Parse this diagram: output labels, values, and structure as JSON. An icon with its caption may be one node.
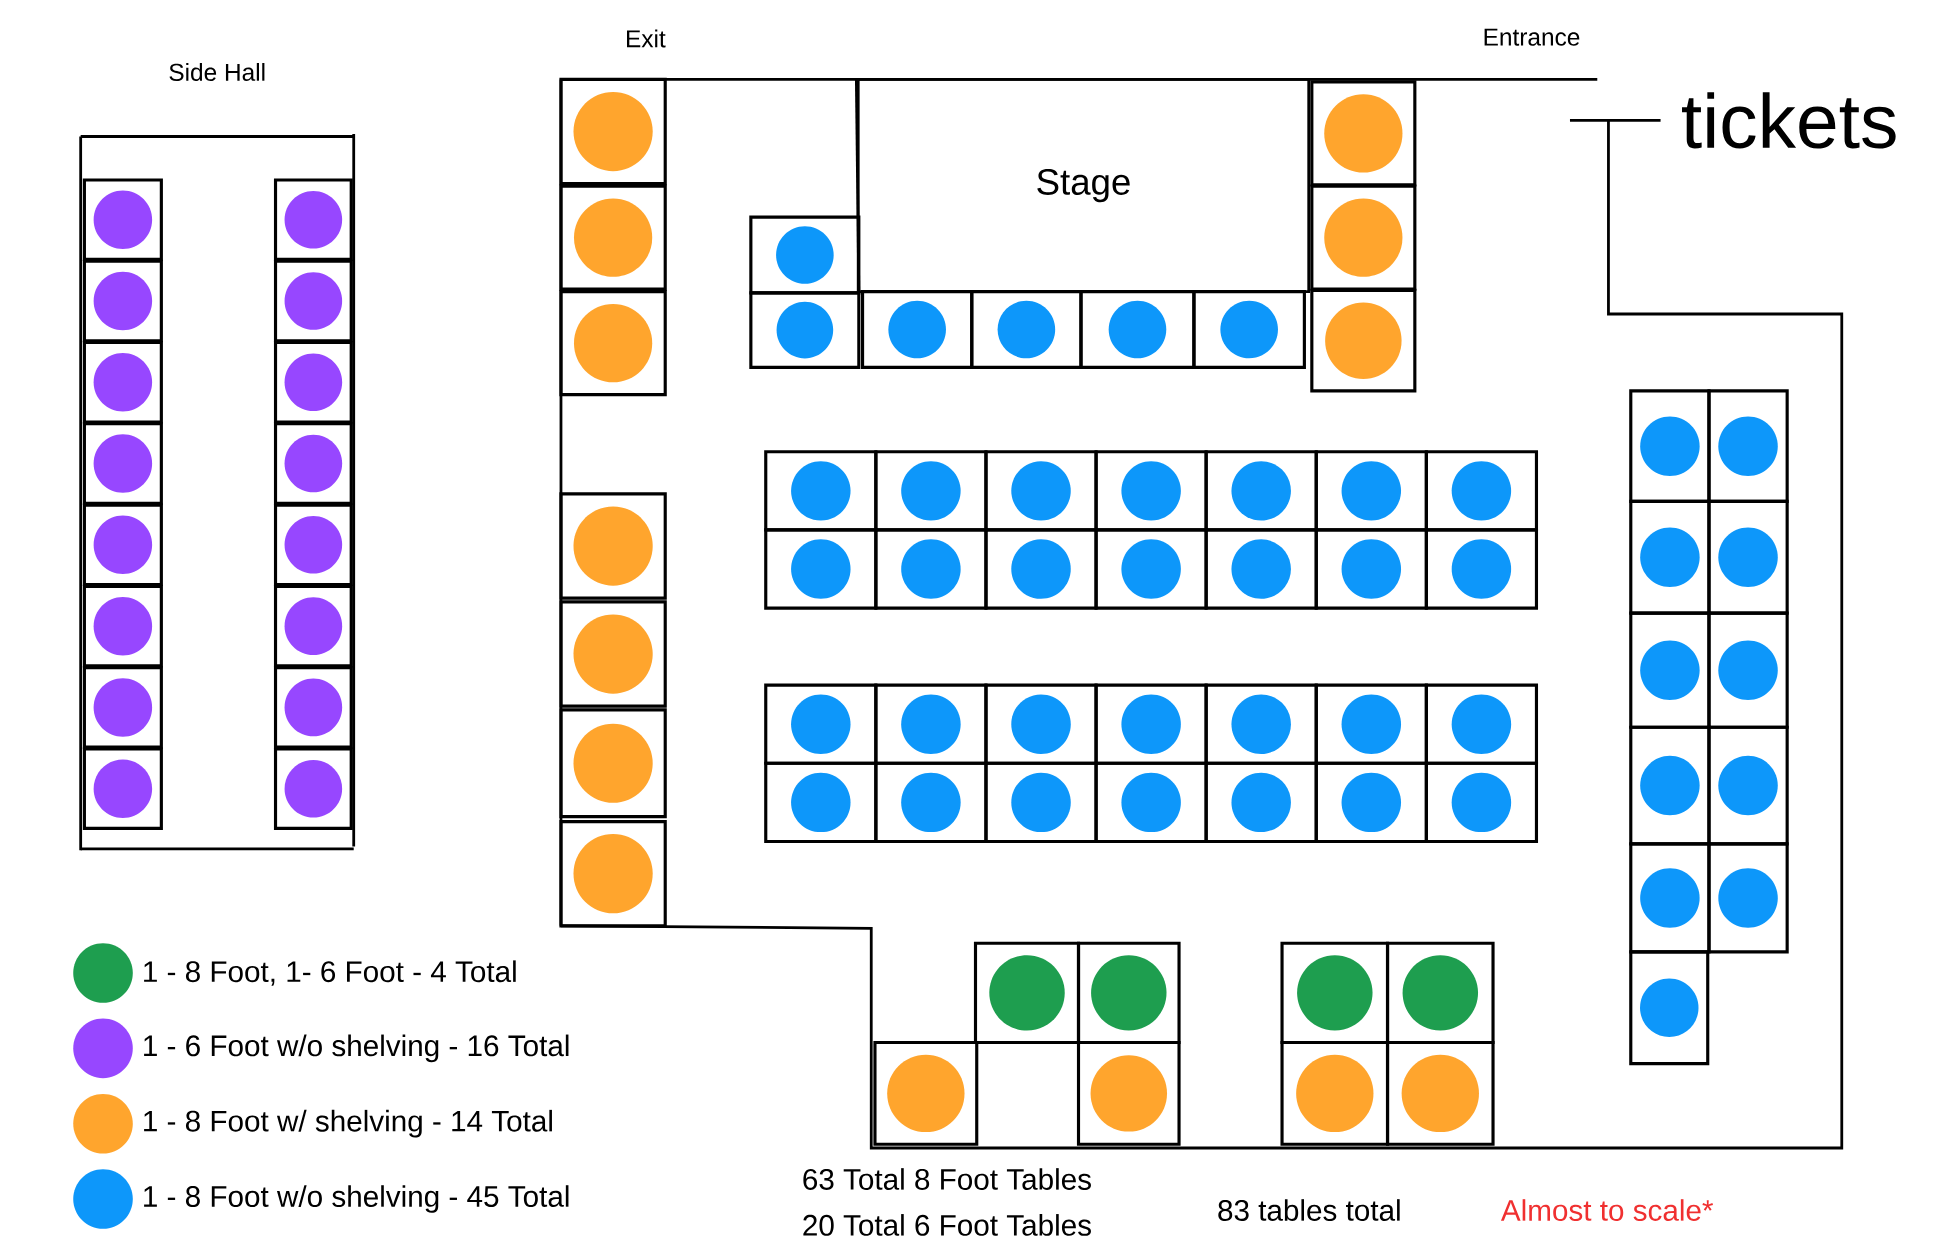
{
  "diagram": {
    "nodes": [
      {
        "text": [
          "Stage"
        ]
      }
    ],
    "labels": [
      "Side Hall",
      "Exit",
      "Entrance",
      "tickets",
      "63 Total 8 Foot Tables",
      "20 Total 6 Foot Tables",
      "83 tables total",
      "Almost to scale*"
    ],
    "legend": [
      {
        "text": "1 - 8 Foot, 1- 6 Foot - 4 Total",
        "color": "#1e9e4f"
      },
      {
        "text": "1 - 6 Foot w/o shelving - 16 Total",
        "color": "#9747ff"
      },
      {
        "text": "1 - 8 Foot w/ shelving - 14 Total",
        "color": "#ffa52d"
      },
      {
        "text": "1 - 8 Foot w/o shelving -  45 Total",
        "color": "#0d97fa"
      }
    ]
  }
}
